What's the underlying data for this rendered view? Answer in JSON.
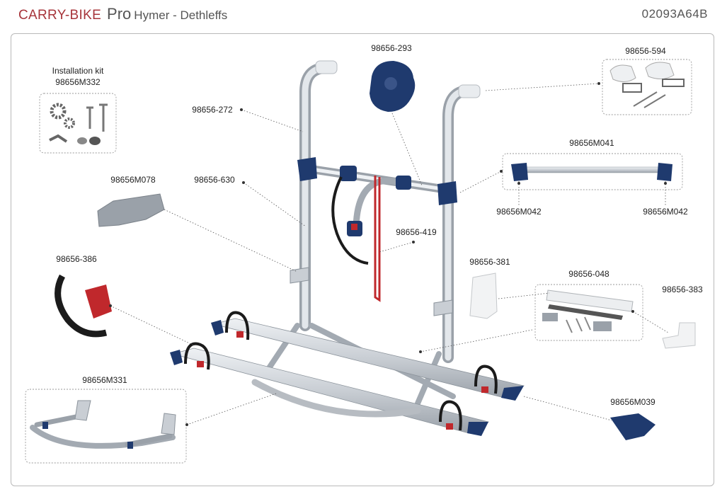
{
  "header": {
    "brand": "CARRY-BIKE",
    "model": "Pro",
    "vehicle": "Hymer - Dethleffs",
    "code": "02093A64B"
  },
  "parts": {
    "kit_title": "Installation kit",
    "kit_code": "98656M332",
    "p594": "98656-594",
    "p293": "98656-293",
    "p272": "98656-272",
    "pM041": "98656M041",
    "pM078": "98656M078",
    "p630": "98656-630",
    "pM042a": "98656M042",
    "pM042b": "98656M042",
    "p419": "98656-419",
    "p386": "98656-386",
    "p381": "98656-381",
    "p048": "98656-048",
    "p383": "98656-383",
    "pM331": "98656M331",
    "pM039": "98656M039"
  },
  "colors": {
    "brand": "#a7343a",
    "aluminium": "#c9ced4",
    "navy": "#1f3a6e",
    "strap": "#1b1b1b",
    "red": "#c0282c"
  }
}
